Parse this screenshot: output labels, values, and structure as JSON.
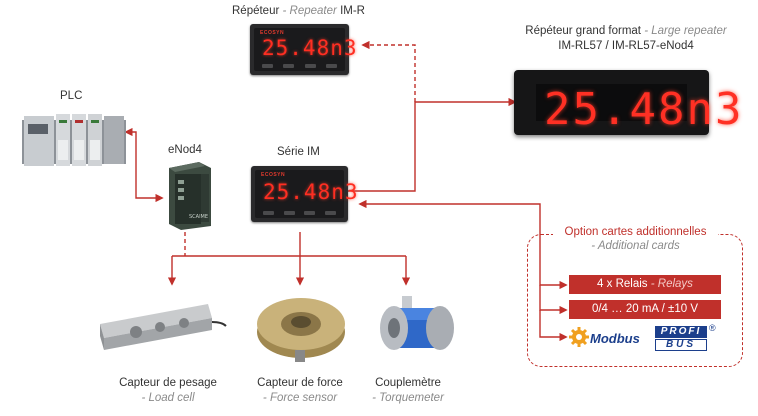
{
  "colors": {
    "accent": "#c0302b",
    "display_digit": "#ff2e22"
  },
  "display_value": "25.48n3",
  "meter_brand": "ECOSYN",
  "repeater": {
    "label_fr": "Répéteur",
    "label_en": "Repeater",
    "model": "IM-R"
  },
  "large_repeater": {
    "label_fr": "Répéteur grand format",
    "label_en": "Large repeater",
    "model": "IM-RL57 / IM-RL57-eNod4"
  },
  "plc": {
    "label": "PLC"
  },
  "enod4": {
    "label": "eNod4",
    "brand": "SCAIME"
  },
  "serie_im": {
    "label": "Série IM"
  },
  "options": {
    "title_fr": "Option cartes additionnelles",
    "title_en": "Additional cards",
    "relays_fr": "4 x Relais",
    "relays_en": "Relays",
    "analog": "0/4 … 20 mA / ±10 V",
    "modbus": "Modbus",
    "profibus_top": "PROFI",
    "profibus_bottom": "BUS",
    "registered": "®"
  },
  "sensors": [
    {
      "label_fr": "Capteur de pesage",
      "label_en": "Load cell",
      "icon": "load-cell-icon"
    },
    {
      "label_fr": "Capteur de force",
      "label_en": "Force sensor",
      "icon": "force-sensor-icon"
    },
    {
      "label_fr": "Couplemètre",
      "label_en": "Torquemeter",
      "icon": "torquemeter-icon"
    }
  ],
  "separator": " - "
}
